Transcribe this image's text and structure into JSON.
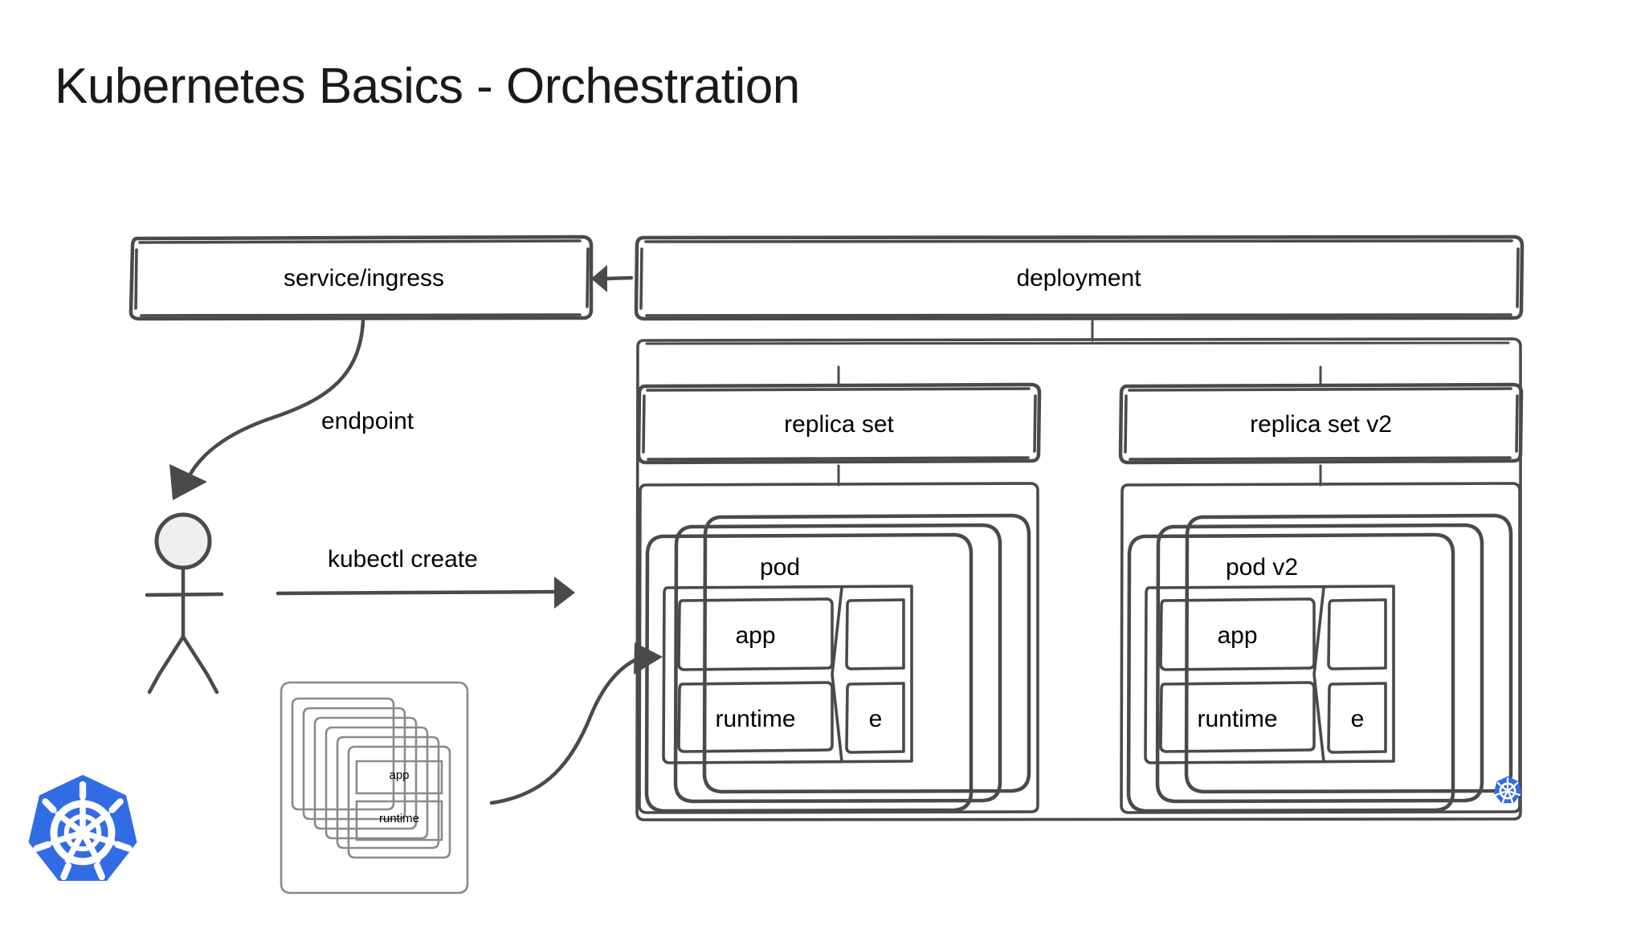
{
  "slide": {
    "title": "Kubernetes Basics - Orchestration",
    "background_color": "#ffffff",
    "ink_color": "#4a4a4a"
  },
  "brand": {
    "logo_name": "kubernetes-logo",
    "logo_color": "#326CE5",
    "logo_glyph_color": "#ffffff"
  },
  "nodes": {
    "service_ingress": {
      "label": "service/ingress"
    },
    "deployment": {
      "label": "deployment"
    },
    "replica_set_1": {
      "label": "replica set"
    },
    "replica_set_2": {
      "label": "replica set v2"
    },
    "pod_1": {
      "label": "pod",
      "containers": [
        "app",
        "runtime"
      ],
      "clipped_label": "e",
      "stack_count": 3
    },
    "pod_2": {
      "label": "pod v2",
      "containers": [
        "app",
        "runtime"
      ],
      "clipped_label": "e",
      "stack_count": 3
    },
    "image_registry": {
      "layers": [
        "app",
        "runtime"
      ],
      "stack_count": 6
    }
  },
  "annotations": {
    "endpoint": {
      "label": "endpoint"
    },
    "kubectl_create": {
      "label": "kubectl create"
    }
  },
  "actor": {
    "name": "user-stick-figure",
    "head_fill": "#efefef"
  },
  "edges": [
    {
      "from": "deployment",
      "to": "service_ingress",
      "style": "arrow-left"
    },
    {
      "from": "service_ingress",
      "to": "actor",
      "style": "curved-arrow",
      "label": "endpoint"
    },
    {
      "from": "actor",
      "to": "pod_1",
      "style": "straight-arrow",
      "label": "kubectl create"
    },
    {
      "from": "image_registry",
      "to": "pod_1",
      "style": "curved-arrow"
    },
    {
      "from": "deployment",
      "to": "replica_set_1",
      "style": "connector"
    },
    {
      "from": "deployment",
      "to": "replica_set_2",
      "style": "connector"
    },
    {
      "from": "replica_set_1",
      "to": "pod_1",
      "style": "connector"
    },
    {
      "from": "replica_set_2",
      "to": "pod_2",
      "style": "connector"
    }
  ]
}
